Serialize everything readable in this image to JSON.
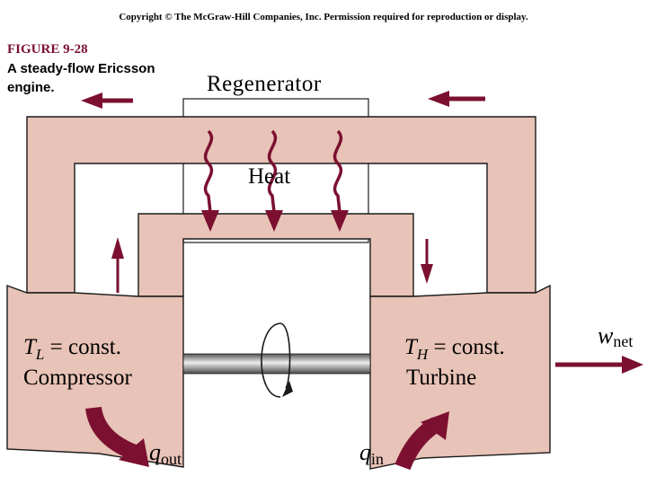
{
  "header": {
    "copyright": "Copyright © The McGraw-Hill Companies, Inc. Permission required for reproduction or display."
  },
  "figure": {
    "number": "FIGURE 9-28",
    "caption_line1": "A steady-flow Ericsson",
    "caption_line2": "engine."
  },
  "diagram": {
    "regenerator_label": "Regenerator",
    "heat_label": "Heat",
    "compressor": {
      "temp_symbol": "T",
      "temp_subscript": "L",
      "temp_suffix": " = const.",
      "name": "Compressor"
    },
    "turbine": {
      "temp_symbol": "T",
      "temp_subscript": "H",
      "temp_suffix": " = const.",
      "name": "Turbine"
    },
    "work": {
      "symbol": "w",
      "subscript": "net"
    },
    "heat_out": {
      "symbol": "q",
      "subscript": "out"
    },
    "heat_in": {
      "symbol": "q",
      "subscript": "in"
    },
    "colors": {
      "duct_fill": "#e8c3b7",
      "outline": "#1a1a1a",
      "arrow": "#7b1030",
      "shaft_light": "#e6e6e6",
      "shaft_dark": "#555555"
    }
  }
}
